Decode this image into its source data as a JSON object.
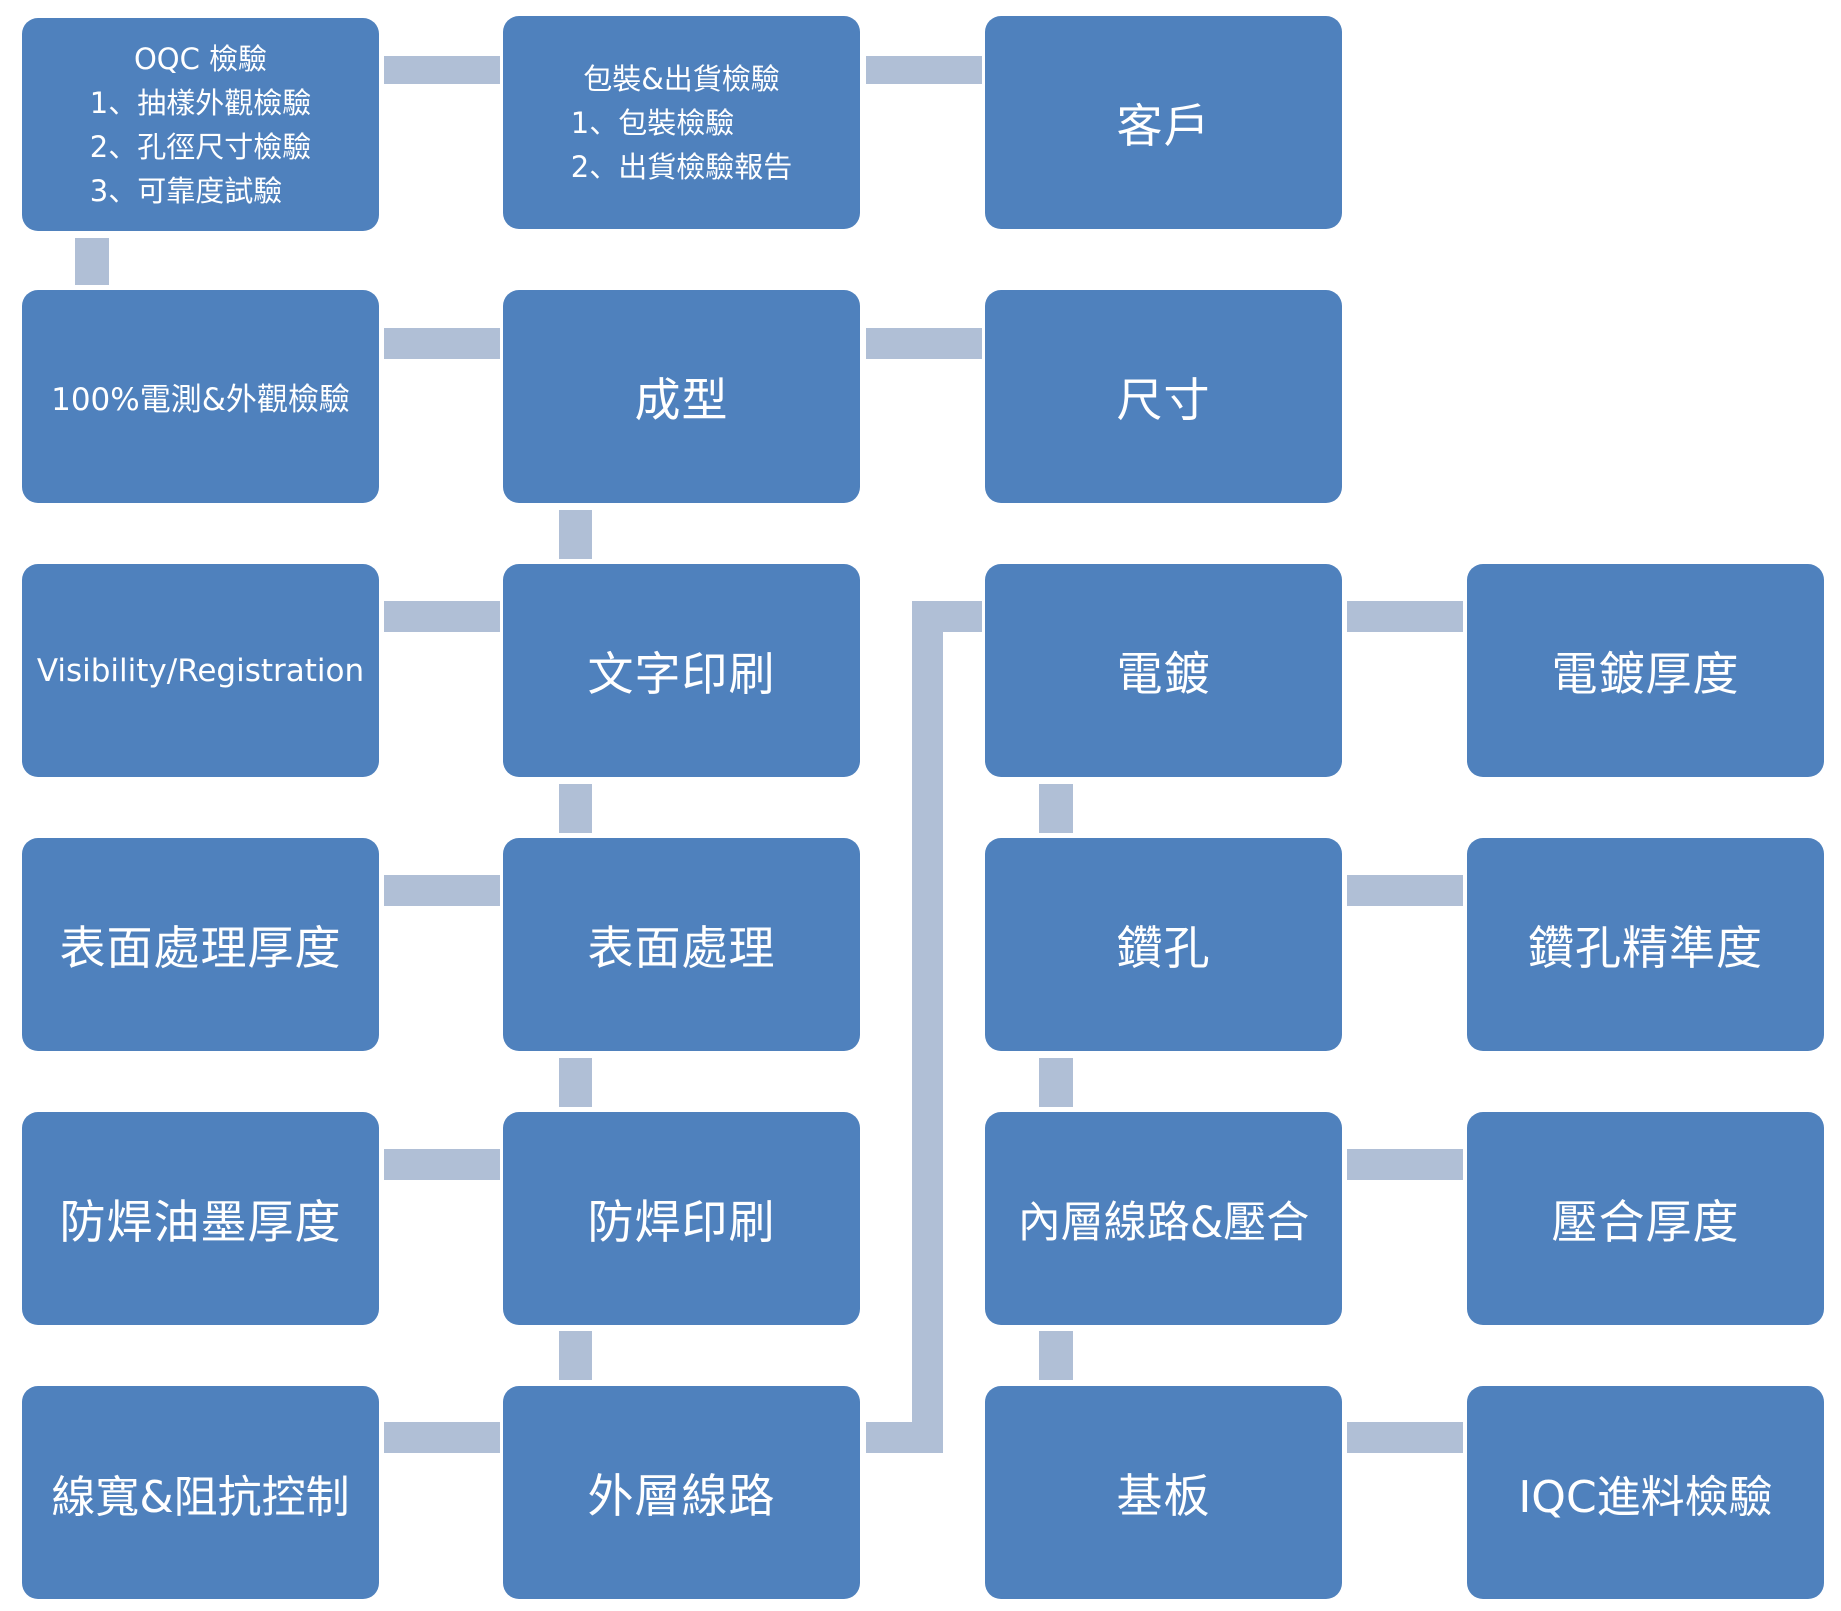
{
  "diagram": {
    "oqc": {
      "title": "OQC 檢驗",
      "items": [
        "1、抽樣外觀檢驗",
        "2、孔徑尺寸檢驗",
        "3、可靠度試驗"
      ]
    },
    "packing": {
      "title": "包裝&出貨檢驗",
      "items": [
        "1、包裝檢驗",
        "2、出貨檢驗報告"
      ]
    },
    "customer": "客戶",
    "electrical_test": "100%電測&外觀檢驗",
    "forming": "成型",
    "dimension": "尺寸",
    "legend_visibility": "Visibility/Registration",
    "text_printing": "文字印刷",
    "plating": "電鍍",
    "plating_thickness": "電鍍厚度",
    "surface_thickness": "表面處理厚度",
    "surface_treatment": "表面處理",
    "drilling": "鑽孔",
    "drilling_accuracy": "鑽孔精準度",
    "solder_mask_thickness": "防焊油墨厚度",
    "solder_mask_printing": "防焊印刷",
    "inner_layer_lamination": "內層線路&壓合",
    "lamination_thickness": "壓合厚度",
    "line_width_impedance": "線寬&阻抗控制",
    "outer_layer": "外層線路",
    "substrate": "基板",
    "iqc": "IQC進料檢驗"
  },
  "colors": {
    "box_fill": "#4f81bd",
    "connector": "#b0bfd6",
    "text": "#ffffff"
  }
}
